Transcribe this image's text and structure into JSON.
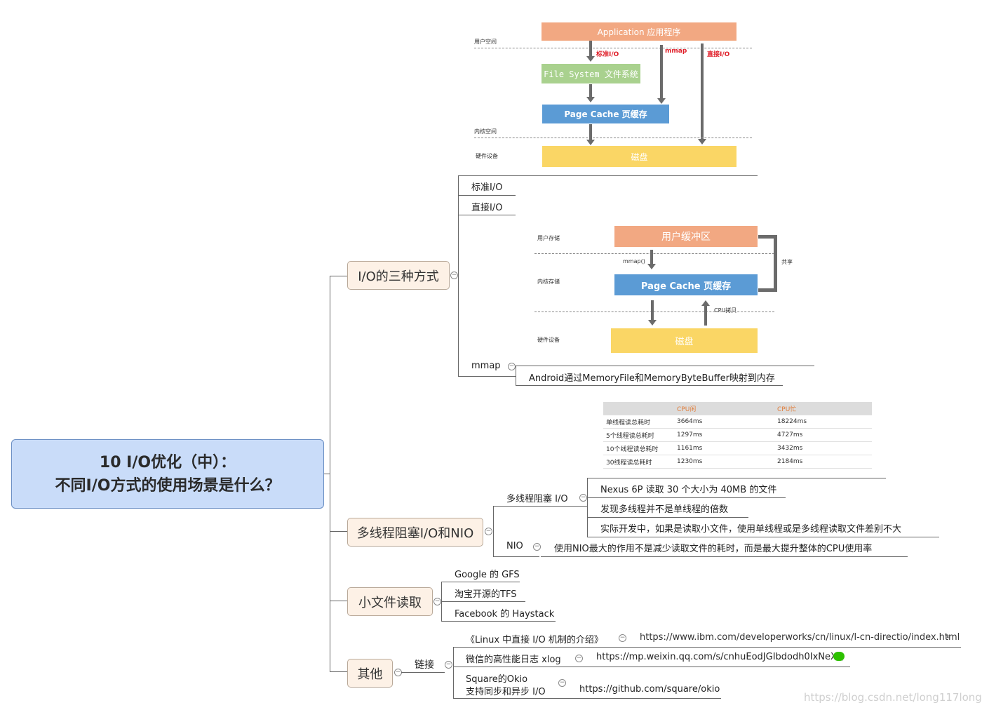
{
  "root": {
    "line1": "10 I/O优化（中）：",
    "line2": "不同I/O方式的使用场景是什么？"
  },
  "branches": {
    "io_three": "I/O的三种方式",
    "multithread": "多线程阻塞I/O和NIO",
    "small_file": "小文件读取",
    "other": "其他"
  },
  "io_three": {
    "standard": "标准I/O",
    "direct": "直接I/O",
    "mmap": "mmap",
    "mmap_child": "Android通过MemoryFile和MemoryByteBuffer映射到内存"
  },
  "diagram1": {
    "app": "Application 应用程序",
    "fs": "File System 文件系统",
    "page_cache": "Page Cache 页缓存",
    "disk": "磁盘",
    "user_space": "用户空间",
    "kernel_space": "内核空间",
    "hardware": "硬件设备",
    "std_io": "标准I/O",
    "mmap": "mmap",
    "direct_io": "直接I/O"
  },
  "diagram2": {
    "user_buffer": "用户缓冲区",
    "page_cache": "Page Cache 页缓存",
    "disk": "磁盘",
    "user_storage": "用户存储",
    "kernel_storage": "内核存储",
    "hardware": "硬件设备",
    "mmap_call": "mmap()",
    "share": "共享",
    "cpu_copy": "CPU拷贝"
  },
  "cpu_table": {
    "headers": [
      "",
      "CPU闲",
      "CPU忙"
    ],
    "rows": [
      [
        "单线程读总耗时",
        "3664ms",
        "18224ms"
      ],
      [
        "5个线程读总耗时",
        "1297ms",
        "4727ms"
      ],
      [
        "10个线程读总耗时",
        "1161ms",
        "3432ms"
      ],
      [
        "30线程读总耗时",
        "1230ms",
        "2184ms"
      ]
    ]
  },
  "multithread": {
    "blocking": "多线程阻塞 I/O",
    "items": [
      "Nexus 6P 读取 30 个大小为 40MB 的文件",
      "发现多线程并不是单线程的倍数",
      "实际开发中，如果是读取小文件，使用单线程或是多线程读取文件差别不大"
    ],
    "nio": "NIO",
    "nio_child": "使用NIO最大的作用不是减少读取文件的耗时，而是最大提升整体的CPU使用率"
  },
  "small_file": {
    "items": [
      "Google 的 GFS",
      "淘宝开源的TFS",
      "Facebook 的 Haystack"
    ]
  },
  "other": {
    "links": "链接",
    "items": [
      {
        "title": "《Linux 中直接 I/O 机制的介绍》",
        "url": "https://www.ibm.com/developerworks/cn/linux/l-cn-directio/index.html"
      },
      {
        "title": "微信的高性能日志 xlog",
        "url": "https://mp.weixin.qq.com/s/cnhuEodJGIbdodh0IxNeXQ"
      },
      {
        "title1": "Square的Okio",
        "title2": "支持同步和异步 I/O",
        "url": "https://github.com/square/okio"
      }
    ]
  },
  "watermark": "https://blog.csdn.net/long117long",
  "colors": {
    "orange": "#f2a882",
    "green": "#a9d18e",
    "blue": "#5b9bd5",
    "yellow": "#fad665"
  }
}
